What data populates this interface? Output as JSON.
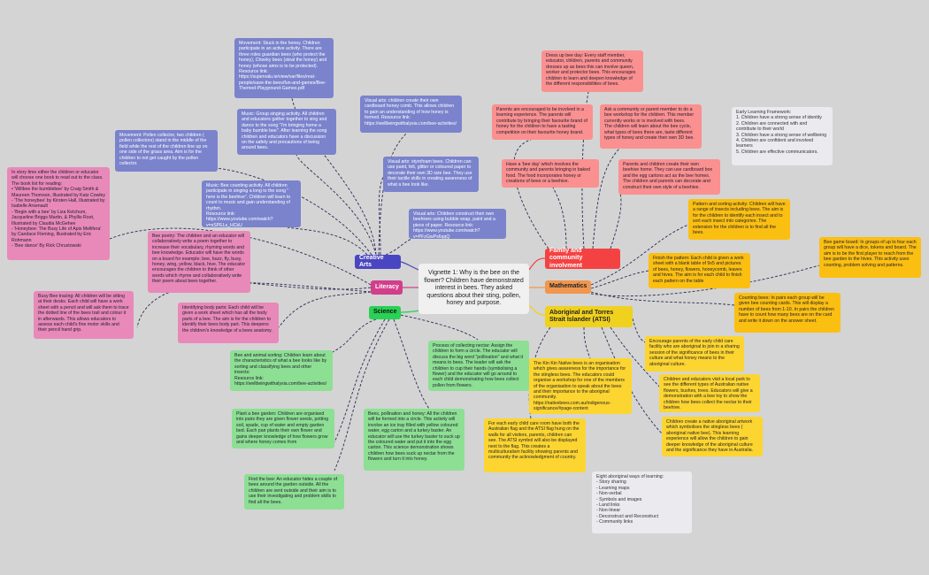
{
  "center": "Vignette 1: Why is the bee on the flower? Children have demonstrated interest in bees. They asked questions about their sting, pollen, honey and purpose.",
  "topics": {
    "creative_arts": "Creative Arts",
    "literacy": "Literacy",
    "science": "Science",
    "family": "Family and community involvment",
    "mathematics": "Mathematics",
    "atsi": "Aboriginal and Torres Strait Islander (ATSI)"
  },
  "colors": {
    "creative_arts": "#4a45c0",
    "literacy": "#d23e8a",
    "science": "#29d154",
    "family": "#f44242",
    "mathematics": "#f0964e",
    "atsi": "#f0d11e"
  },
  "creative_arts": [
    "Movement: Stuck in the honey. Children participate in an active activity. There are three roles guardian bees (who protect the honey), Cheeky bees (steal the honey) and honey (whose aims is to be protected). Resource link: https://supervalu.ie/view/var/files/real-people/save-the-bees/fun-and-games/Bee-Themed-Playground-Games.pdf",
    "Music: Group singing activity. All children and educators gather together to sing and dance to the song \"I'm bringing home a baby bumble bee\". After learning the song children and educators have a discussion on the safety and precautions of being around bees.",
    "Visual arts: children create their own cardboard honey comb. This allows children to gain an understanding of how honey is formed. Resource link: https://wellbeingwithalysia.com/bee-activities/",
    "Movement: Pollen collector, two children ( pollen collectors) stand in the middle of the field while the rest of the children line up on one side of the grass area. Aim is for the children to not get caught by the pollen collector.",
    "Visual arts: styrofoam bees. Children can use paint, felt, glitter or coloured paper to decorate their own 3D size bee. They use their tactile skills in creating awareness of what a bee look like.",
    "Music: Bee counting activity. All children participate in singing a long to the song \" here is the beehive\". Children will learn to count to music and gain understanding of rhythm.\nResource link: https://www.youtube.com/watch?v=xSPELs_HCkU",
    "Visual arts: Children construct their own beehives using bubble wrap, paint and a piece of paper. Resource link: https://www.youtube.com/watch?v=PFzGwPs6qqQ"
  ],
  "literacy": [
    "In story time either the children or educator will choose one book to read out to the class.  The book list for reading:\n•    'Willbee the bumblebee' by Craig Smith & Maureen Thomson, Illustrated by Katz Cowley\n- 'The honeybee' by Kirsten Hall, Illustrated by Isabelle Arsenault\n- 'Begin with a bee' by Liza Ketchum, Jacqueline Briggs Martin, & Phyllis Root, Illustrated by Claudia McGehee\n- 'Honeybee: The Busy Life of Apis Mellifera' by Candace Fleming, Illustrated by Eric Rohmann\n- 'Bee dance' By Rick Chrustowski",
    "Bee poetry: The children and an educator will collaboratively write a poem together to increase their vocabulary, rhyming words and bee knowledge. Educator will have the words on a board for example; bee, buzz, fly, busy, honey,  wing, yellow, black, hive. The educator encourages the children to think of other words which rhyme and collaboratively write their poem about bees together.",
    "Busy Bee tracing: All children will be sitting at their desks. Each child will have a work sheet with a pencil and will ask them to trace the dotted line of the bees trail and colour it in afterwards. This allows educators to assess each child's fine motor skills and their pencil hand grip.",
    "Identifying body parts: Each child will be given a work sheet which has all the body parts of a bee. The aim is for the children to identify their bees body part. This deepens the children's knowledge of a bees anatomy."
  ],
  "science": [
    "Bee and animal sorting: Children learn about the characteristics of what a bee looks like by sorting and classifying bees and other insects:\nResource link: https://wellbeingwithalysia.com/bee-activities/",
    "Process of collecting nectar: Assign the children to form a circle. The educator will discuss the big word \"pollination\" and what it means to bees. The leader will ask the children to cup their hands (symbolising a flower) and the educator will go around to each child demonstrating how bees collect pollen from flowers.",
    "Plant a bee garden: Children are organised into pairs they are given flower seeds, potting soil, spade, cup of water and empty garden bed. Each pair plants their own flower and gains deeper knowledge of how flowers grow and where honey comes from",
    "Bees, pollination and honey: All the children will be formed into a circle. This activity will involve an ice tray filled with yellow coloured water, egg carton and a turkey baster. An educator will use the turkey baster to suck up the coloured water and put it into the egg carton. This science demonstration shows children how bees suck up nectar from the flowers and turn it into honey.",
    "Find the bee: An educator hides a couple of bees around the garden outside. All the children are sent outside and their aim is to use their investigating and problem skills to find all the bees."
  ],
  "family": [
    "Dress up bee day: Every staff member, educator, children, parents and community dresses up as bees this can involve queen, worker and protector bees. This encourages children to learn and deepen knowledge of the different responsibilities of bees.",
    "Parents are encouraged to be involved in a learning experience. The parents will contribute by bringing their favourite brand of honey for the children to have a tasting competition on their favourite honey brand.",
    "Ask a community or parent member to do a bee workshop for the children. This member currently works or is involved with bees.\nThe  children will learn about the bee cycle, what types of bees there are, taste different types of honey and create their own 3D bee.",
    "Have a 'bee day' which involves the community and parents bringing in baked food. The food incorporates  honey or creations of bees or a beehive.",
    "Parents and children create their own beehive home. They can use cardboard box and the egg cartons act as the bee homes. The children and parents can decorate and construct their own style of a beehive."
  ],
  "framework": "Early Learning Framework:\n1. Children have a strong sense of identity\n2. Children are connected with and contribute to their world\n3. Children have a strong sense of wellbeing\n4. Children are confident and involved learners\n5. Children are effective communicators.",
  "mathematics": [
    "Pattern and sorting activity: Children will have a range of insects including bees. The aim is for the children to identify each insect and to sort each insect into categories. The extension for the children is to find all the bees.",
    "Finish the pattern: Each child is given a work sheet with a blank table of 9x5 and pictures of bees, honey, flowers, honeycomb, leaves and hives. The aim is for each child to finish each pattern on the table",
    "Bee game board: In groups of up to four each group will have a dice, tokens and board. The aim is to be the first player to reach from the bee garden to the hives. This activity uses counting, problem solving and patterns.",
    "Counting bees: In pairs each group will be given bee counting cards. This will display a number of bees from 1-10. In pairs the children have to count how many bees are on the card and write it down on the answer sheet."
  ],
  "atsi": [
    "Encourage parents of the early child care facility who are aboriginal to join in a sharing session of the significance of bees in their culture and what honey means to the aboriginal culture.",
    "The Kin Kin Native bees is an organisation which gives awareness for the importance for the stingless bees. The educators could organise a workshop for one of the members of the organisation to speak about the bees and their importance to the aboriginal community. https://nativebees.com.au/indigenous-significance/#page-content",
    "Children and educators visit a local park to see the different types of Australian native flowers, bushes, trees. Educators will give a demonstration with a bee toy to show the children how bees collect the nectar to their beehive.",
    "Children create a native aboriginal artwork which symbolises the stingless bees ( aboriginal native bee). This learning experience will allow the children to gain deeper knowledge of the aboriginal culture and the significance they have in Australia.",
    "For each early child care room have both the Australian flag and the ATSI flag hung on the walls for all visitors, parents, children can see. The ATSI symbol will also be displayed next to the flag. This creates a multiculturalism facility showing parents and community the acknowledgment of country."
  ],
  "ways_of_learning": "Eight aboriginal ways of learning:\n- Story sharing\n- Learning maps\n- Non-verbal\n- Symbols and images\n- Land links\n- Non-linear\n- Deconstruct and Reconstruct\n- Community links"
}
